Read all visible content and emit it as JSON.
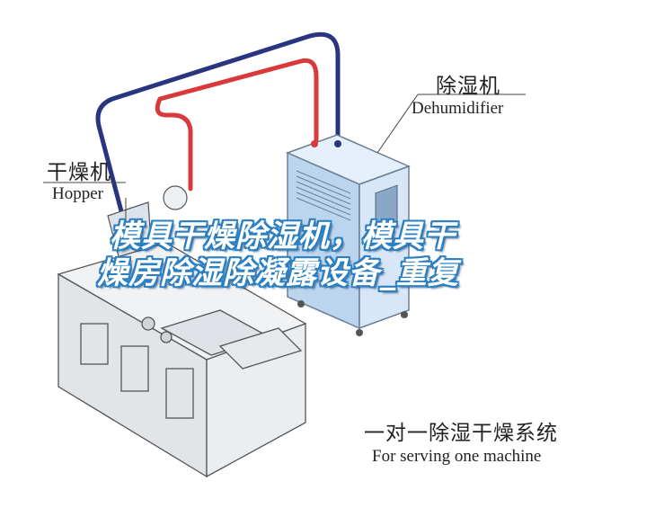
{
  "labels": {
    "dehumidifier_cn": "除湿机",
    "dehumidifier_en": "Dehumidifier",
    "hopper_cn": "干燥机",
    "hopper_en": "Hopper",
    "system_cn": "一对一除湿干燥系统",
    "system_en": "For serving one machine"
  },
  "overlay": {
    "line1": "模具干燥除湿机，模具干",
    "line2": "燥房除湿除凝露设备_重复"
  },
  "colors": {
    "pipe_red": "#d9393a",
    "pipe_blue": "#2a3580",
    "cabinet_blue": "#cfe2f5",
    "overlay_stroke": "#2c7fc1"
  }
}
